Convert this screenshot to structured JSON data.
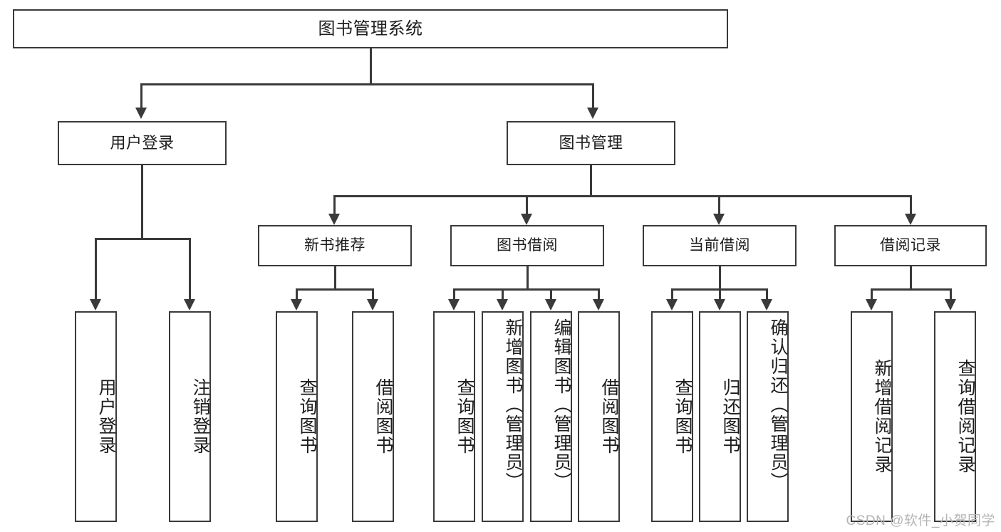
{
  "diagram": {
    "title": "图书管理系统",
    "type": "tree",
    "root": {
      "label": "图书管理系统"
    },
    "level2": [
      {
        "id": "user-login",
        "label": "用户登录"
      },
      {
        "id": "book-manage",
        "label": "图书管理"
      }
    ],
    "level3": [
      {
        "id": "new-book-recommend",
        "label": "新书推荐",
        "parent": "book-manage"
      },
      {
        "id": "book-borrow",
        "label": "图书借阅",
        "parent": "book-manage"
      },
      {
        "id": "current-borrow",
        "label": "当前借阅",
        "parent": "book-manage"
      },
      {
        "id": "borrow-record",
        "label": "借阅记录",
        "parent": "book-manage"
      }
    ],
    "leaves": [
      {
        "id": "leaf-user-login",
        "label": "用户登录",
        "parent": "user-login"
      },
      {
        "id": "leaf-user-logout",
        "label": "注销登录",
        "parent": "user-login"
      },
      {
        "id": "leaf-query-book-1",
        "label": "查询图书",
        "parent": "new-book-recommend"
      },
      {
        "id": "leaf-borrow-book-1",
        "label": "借阅图书",
        "parent": "new-book-recommend"
      },
      {
        "id": "leaf-query-book-2",
        "label": "查询图书",
        "parent": "book-borrow"
      },
      {
        "id": "leaf-add-book",
        "label": "新增图书（管理员）",
        "parent": "book-borrow"
      },
      {
        "id": "leaf-edit-book",
        "label": "编辑图书（管理员）",
        "parent": "book-borrow"
      },
      {
        "id": "leaf-borrow-book-2",
        "label": "借阅图书",
        "parent": "book-borrow"
      },
      {
        "id": "leaf-query-book-3",
        "label": "查询图书",
        "parent": "current-borrow"
      },
      {
        "id": "leaf-return-book",
        "label": "归还图书",
        "parent": "current-borrow"
      },
      {
        "id": "leaf-confirm-return",
        "label": "确认归还（管理员）",
        "parent": "current-borrow"
      },
      {
        "id": "leaf-add-record",
        "label": "新增借阅记录",
        "parent": "borrow-record"
      },
      {
        "id": "leaf-query-record",
        "label": "查询借阅记录",
        "parent": "borrow-record"
      }
    ]
  },
  "watermark": {
    "text": "CSDN @软件_小贺同学"
  },
  "colors": {
    "stroke": "#3a3a3a",
    "background": "#ffffff",
    "text": "#1d1d1d",
    "watermark": "#b4b4b4"
  }
}
